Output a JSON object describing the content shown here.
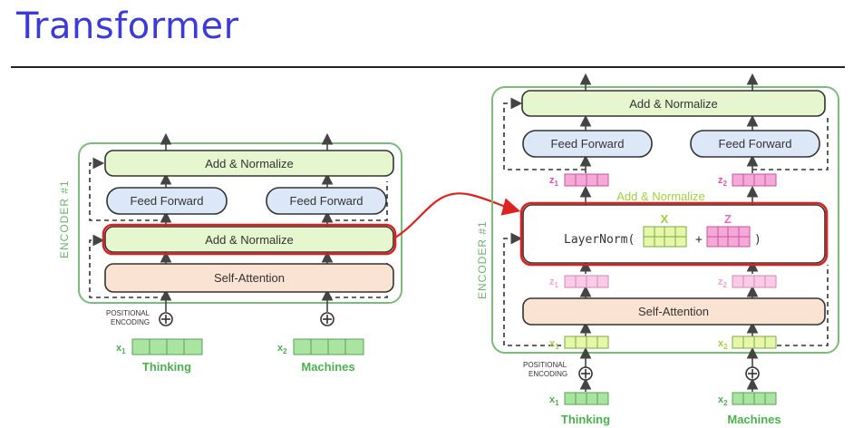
{
  "slide": {
    "title": "Transformer"
  },
  "left": {
    "encoder_label": "ENCODER #1",
    "add_norm_top": "Add & Normalize",
    "ffn_1": "Feed Forward",
    "ffn_2": "Feed Forward",
    "add_norm_bottom": "Add & Normalize",
    "self_attention": "Self-Attention",
    "positional_line1": "POSITIONAL",
    "positional_line2": "ENCODING",
    "x1": "x",
    "x1_sub": "1",
    "x2": "x",
    "x2_sub": "2",
    "word1": "Thinking",
    "word2": "Machines"
  },
  "right": {
    "encoder_label": "ENCODER #1",
    "add_norm_top": "Add & Normalize",
    "ffn_1": "Feed Forward",
    "ffn_2": "Feed Forward",
    "z1_top": "z",
    "z1_top_sub": "1",
    "z2_top": "z",
    "z2_top_sub": "2",
    "add_norm_faded": "Add & Normalize",
    "layernorm": "LayerNorm(",
    "plus": "+",
    "close_paren": ")",
    "x_label": "X",
    "z_label": "Z",
    "z1_mid": "z",
    "z1_mid_sub": "1",
    "z2_mid": "z",
    "z2_mid_sub": "2",
    "self_attention": "Self-Attention",
    "x1_mid": "x",
    "x1_mid_sub": "1",
    "x2_mid": "x",
    "x2_mid_sub": "2",
    "positional_line1": "POSITIONAL",
    "positional_line2": "ENCODING",
    "x1": "x",
    "x1_sub": "1",
    "x2": "x",
    "x2_sub": "2",
    "word1": "Thinking",
    "word2": "Machines"
  },
  "colors": {
    "title": "#3b3bdc",
    "green_border": "#7dbb7d",
    "add_norm_fill": "#e6f7cf",
    "ffn_fill": "#dce8f7",
    "attn_fill": "#fbe3d3",
    "green_cell": "#a9e4a0",
    "pink_cell": "#f6a8d8",
    "highlight": "#e02020"
  }
}
